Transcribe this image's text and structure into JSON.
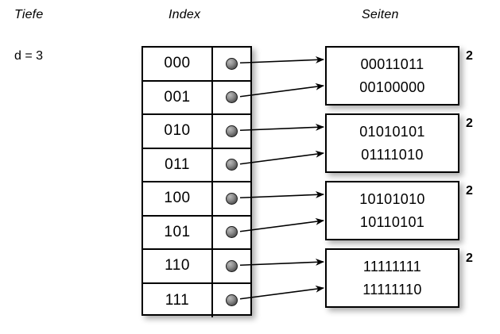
{
  "headings": {
    "depth": "Tiefe",
    "index": "Index",
    "pages": "Seiten"
  },
  "depth": {
    "label": "d = 3",
    "value": 3
  },
  "index_table": {
    "rows": [
      {
        "key": "000",
        "pointer": "pointer-dot",
        "target_page": 0
      },
      {
        "key": "001",
        "pointer": "pointer-dot",
        "target_page": 0
      },
      {
        "key": "010",
        "pointer": "pointer-dot",
        "target_page": 1
      },
      {
        "key": "011",
        "pointer": "pointer-dot",
        "target_page": 1
      },
      {
        "key": "100",
        "pointer": "pointer-dot",
        "target_page": 2
      },
      {
        "key": "101",
        "pointer": "pointer-dot",
        "target_page": 2
      },
      {
        "key": "110",
        "pointer": "pointer-dot",
        "target_page": 3
      },
      {
        "key": "111",
        "pointer": "pointer-dot",
        "target_page": 3
      }
    ]
  },
  "pages": [
    {
      "line1": "00011011",
      "line2": "00100000",
      "local_depth": "2"
    },
    {
      "line1": "01010101",
      "line2": "01111010",
      "local_depth": "2"
    },
    {
      "line1": "10101010",
      "line2": "10110101",
      "local_depth": "2"
    },
    {
      "line1": "11111111",
      "line2": "11111110",
      "local_depth": "2"
    }
  ],
  "colors": {
    "background": "#ffffff",
    "stroke": "#000000",
    "dot_light": "#b9b9b9",
    "dot_dark": "#333333",
    "shadow": "rgba(0,0,0,0.33)"
  }
}
